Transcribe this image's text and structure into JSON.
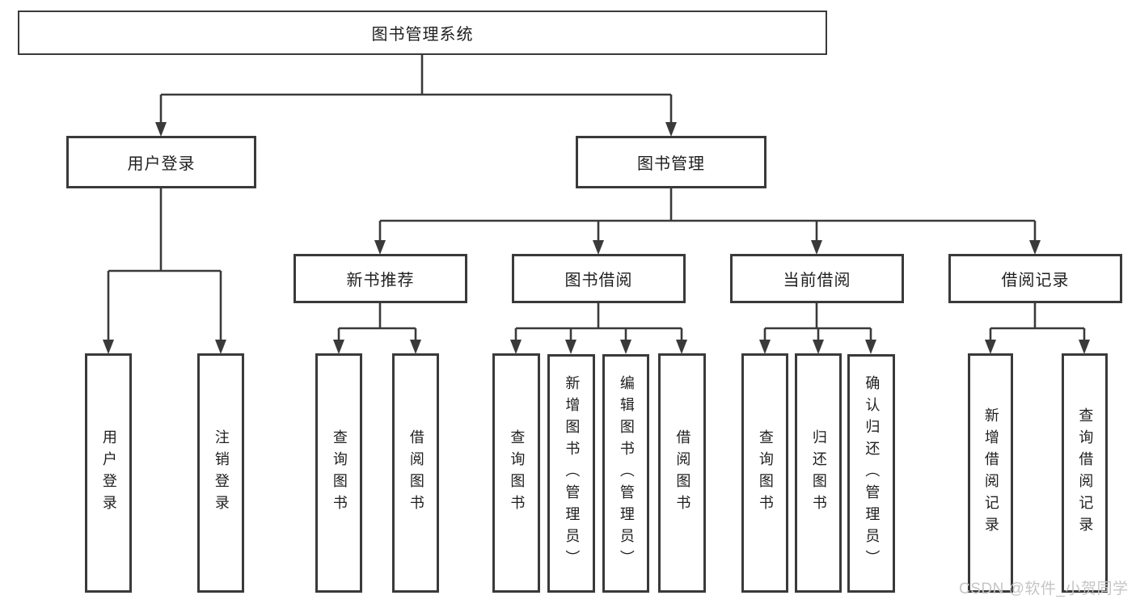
{
  "tree": {
    "root": {
      "label": "图书管理系统"
    },
    "branches": [
      {
        "label": "用户登录",
        "children": [
          {
            "label": "用户登录"
          },
          {
            "label": "注销登录"
          }
        ]
      },
      {
        "label": "图书管理",
        "children": [
          {
            "label": "新书推荐",
            "children": [
              {
                "label": "查询图书"
              },
              {
                "label": "借阅图书"
              }
            ]
          },
          {
            "label": "图书借阅",
            "children": [
              {
                "label": "查询图书"
              },
              {
                "label": "新增图书（管理员）"
              },
              {
                "label": "编辑图书（管理员）"
              },
              {
                "label": "借阅图书"
              }
            ]
          },
          {
            "label": "当前借阅",
            "children": [
              {
                "label": "查询图书"
              },
              {
                "label": "归还图书"
              },
              {
                "label": "确认归还（管理员）"
              }
            ]
          },
          {
            "label": "借阅记录",
            "children": [
              {
                "label": "新增借阅记录"
              },
              {
                "label": "查询借阅记录"
              }
            ]
          }
        ]
      }
    ]
  },
  "watermark": {
    "text": "CSDN @软件_小贺同学"
  },
  "colors": {
    "line": "#3a3a3a",
    "box_border": "#3a3a3a",
    "text": "#1f1f1f",
    "watermark": "#c5c5c5",
    "background": "#ffffff"
  }
}
